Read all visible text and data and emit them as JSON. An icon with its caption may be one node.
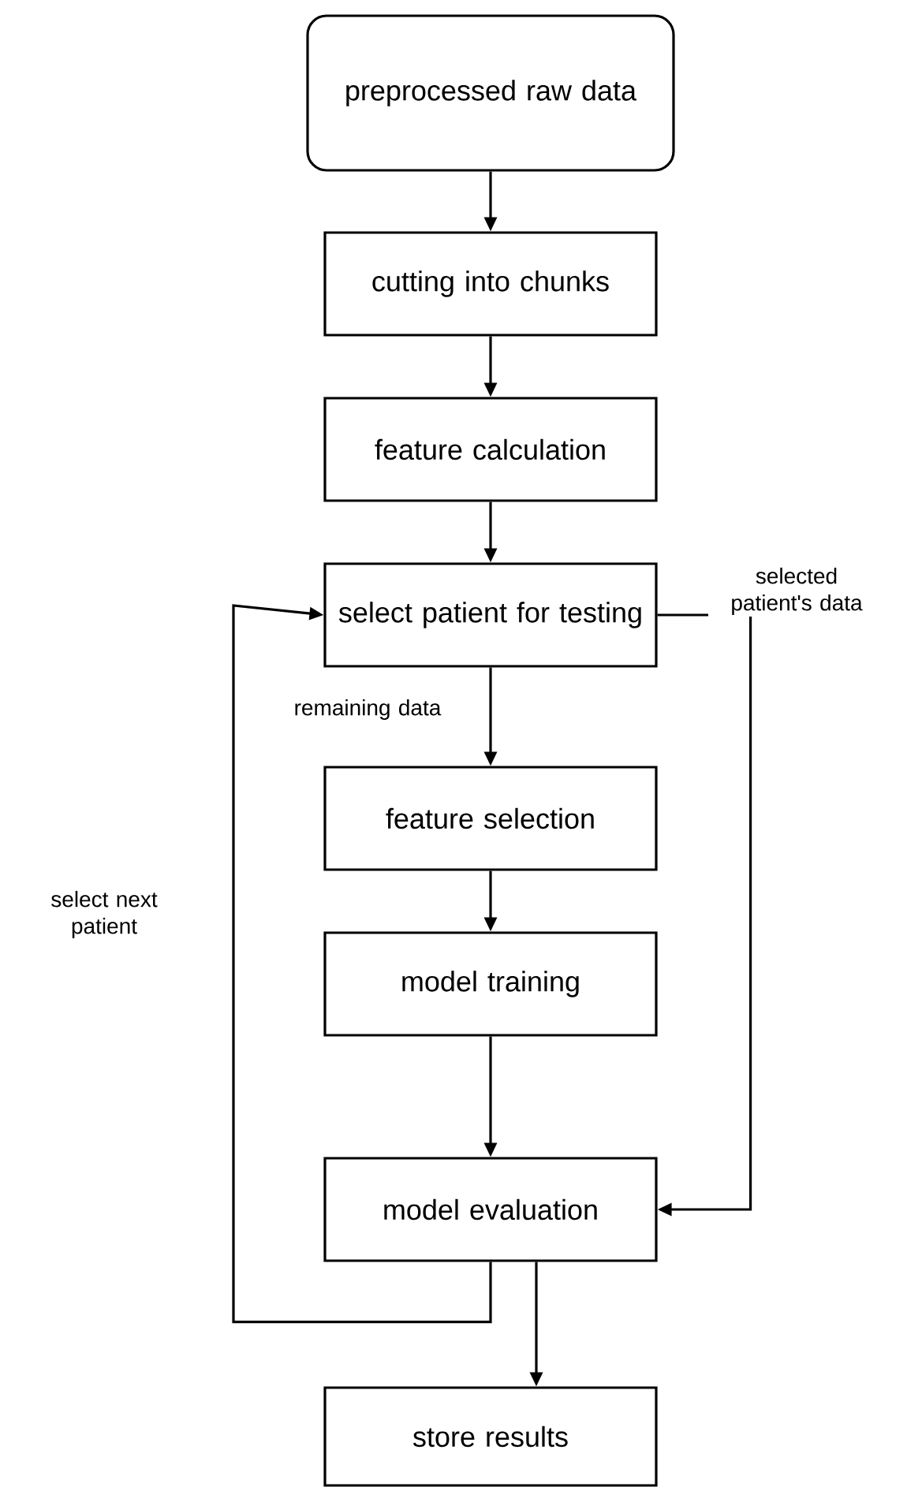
{
  "diagram": {
    "nodes": [
      {
        "text": [
          "preprocessed raw data"
        ]
      },
      {
        "text": [
          "cutting into chunks"
        ]
      },
      {
        "text": [
          "feature calculation"
        ]
      },
      {
        "text": [
          "select patient for testing"
        ]
      },
      {
        "text": [
          "feature selection"
        ]
      },
      {
        "text": [
          "model training"
        ]
      },
      {
        "text": [
          "model evaluation"
        ]
      },
      {
        "text": [
          "store results"
        ]
      }
    ],
    "edges": [
      {
        "from": 0,
        "to": 1,
        "arrow": "to"
      },
      {
        "from": 1,
        "to": 2,
        "arrow": "to"
      },
      {
        "from": 2,
        "to": 3,
        "arrow": "to"
      },
      {
        "from": 3,
        "to": 4,
        "arrow": "to",
        "label": "remaining data"
      },
      {
        "from": 4,
        "to": 5,
        "arrow": "to"
      },
      {
        "from": 5,
        "to": 6,
        "arrow": "to"
      },
      {
        "from": 3,
        "to": 6,
        "arrow": "to",
        "label": "selected patient's data"
      },
      {
        "from": 6,
        "to": 3,
        "arrow": "to",
        "label": "select next patient"
      },
      {
        "from": 6,
        "to": 7,
        "arrow": "to"
      }
    ]
  }
}
